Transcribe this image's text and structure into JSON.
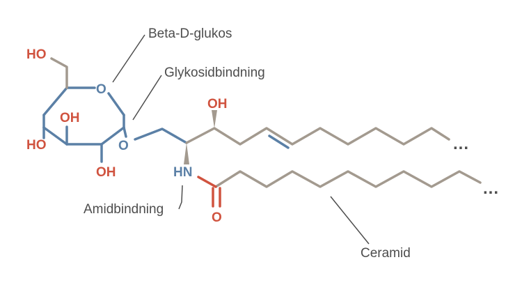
{
  "atoms": {
    "ho_top": "HO",
    "ring_o": "O",
    "oh_ring": "OH",
    "ho_left": "HO",
    "oh_bottom": "OH",
    "glyco_o": "O",
    "oh_chain": "OH",
    "nh": "HN",
    "carbonyl_o": "O"
  },
  "labels": {
    "sugar": "Beta-D-glukos",
    "glycosidic": "Glykosidbindning",
    "amide": "Amidbindning",
    "ceramide": "Ceramid"
  },
  "continuation": {
    "upper": "...",
    "lower": "..."
  },
  "colors": {
    "sugar": "#5b80a6",
    "chain": "#a39a8f",
    "heteroatom": "#d0533f",
    "text": "#4d4d4d"
  }
}
